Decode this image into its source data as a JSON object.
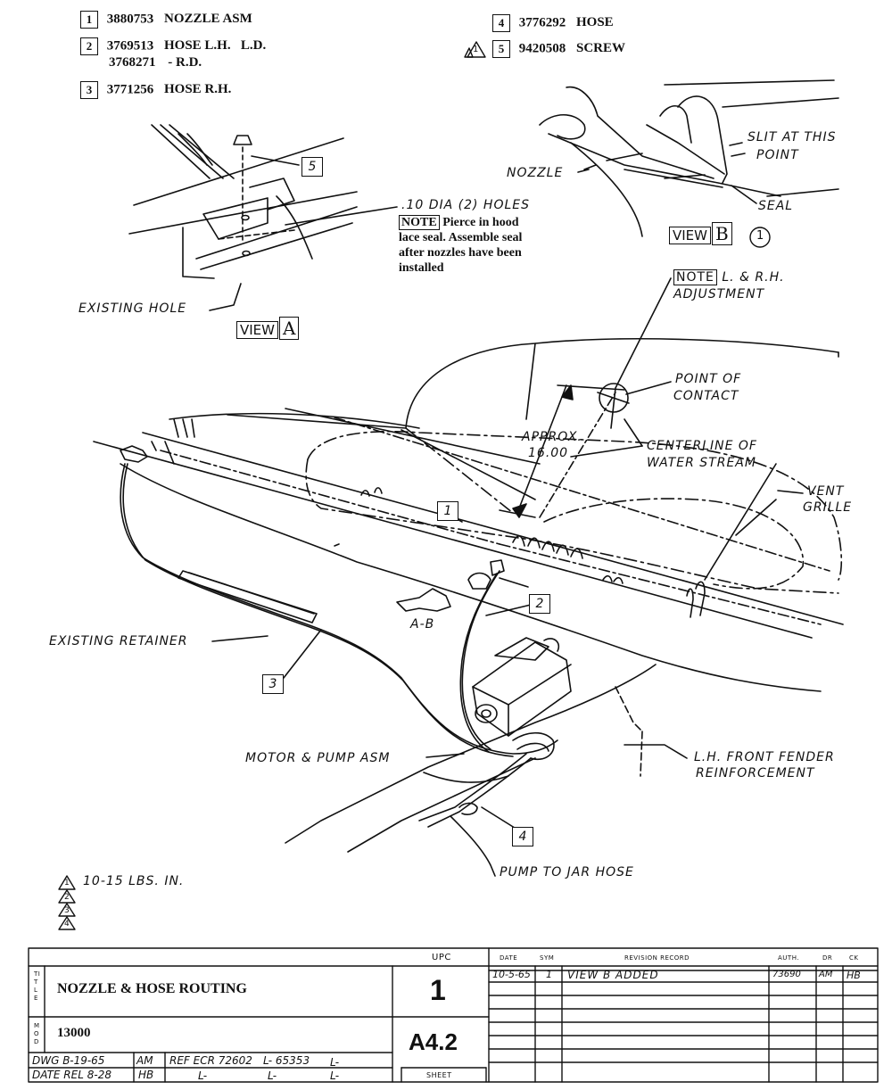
{
  "parts_list": [
    {
      "num": "1",
      "part_no": "3880753",
      "desc": "NOZZLE ASM"
    },
    {
      "num": "2",
      "part_no": "3769513",
      "desc": "HOSE L.H.   L.D.",
      "alt_part_no": "3768271",
      "alt_desc": "- R.D."
    },
    {
      "num": "3",
      "part_no": "3771256",
      "desc": "HOSE R.H."
    },
    {
      "num": "4",
      "part_no": "3776292",
      "desc": "HOSE"
    },
    {
      "num": "5",
      "part_no": "9420508",
      "desc": "SCREW",
      "revision_flag": "1"
    }
  ],
  "view_a": {
    "holes_label": ".10 DIA (2) HOLES",
    "note_label": "NOTE",
    "note_lines": [
      "Pierce in hood",
      "lace seal.  Assemble seal",
      "after nozzles have been",
      "installed"
    ],
    "existing_hole": "EXISTING HOLE",
    "view_word": "VIEW",
    "view_letter": "A",
    "callout": "5"
  },
  "view_b": {
    "nozzle": "NOZZLE",
    "slit_line1": "SLIT AT THIS",
    "slit_line2": "POINT",
    "seal": "SEAL",
    "view_word": "VIEW",
    "view_letter": "B",
    "revision_circle": "1"
  },
  "main_view": {
    "note_label": "NOTE",
    "note_line1": "L. & R.H.",
    "note_line2": "ADJUSTMENT",
    "point_line1": "POINT OF",
    "point_line2": "CONTACT",
    "approx_line1": "APPROX.",
    "approx_line2": "16.00",
    "centerline_line1": "CENTERLINE OF",
    "centerline_line2": "WATER STREAM",
    "vent_line1": "VENT",
    "vent_line2": "GRILLE",
    "section_label": "A-B",
    "existing_retainer": "EXISTING RETAINER",
    "motor_pump": "MOTOR & PUMP ASM",
    "fender_line1": "L.H. FRONT FENDER",
    "fender_line2": "REINFORCEMENT",
    "jar_hose": "PUMP TO JAR HOSE",
    "callouts": [
      "1",
      "2",
      "3",
      "4"
    ]
  },
  "torque_note": {
    "triangle": "1",
    "text": "10-15 LBS. IN.",
    "extra_triangles": [
      "2",
      "3",
      "4"
    ]
  },
  "title_block": {
    "title_side": "TITLE",
    "title": "NOZZLE & HOSE ROUTING",
    "mod_side": "MOD",
    "mod": "13000",
    "upc_header": "UPC",
    "upc": "1",
    "sheet_no": "A4.2",
    "sheet_label": "SHEET",
    "dwg": "DWG B-19-65",
    "dwg_init": "AM",
    "date_rel": "DATE REL 8-28",
    "date_init": "HB",
    "ref_ecr": "REF ECR 72602",
    "l1": "L- 65353",
    "l2": "L-",
    "l3": "L-",
    "l4": "L-",
    "l5": "L-",
    "revision_headers": {
      "date": "DATE",
      "sym": "SYM",
      "record": "REVISION RECORD",
      "auth": "AUTH.",
      "dr": "DR",
      "ck": "CK"
    },
    "revision_row": {
      "date": "10-5-65",
      "sym": "1",
      "record": "VIEW B ADDED",
      "auth": "73690",
      "dr": "AM",
      "ck": "HB"
    }
  }
}
